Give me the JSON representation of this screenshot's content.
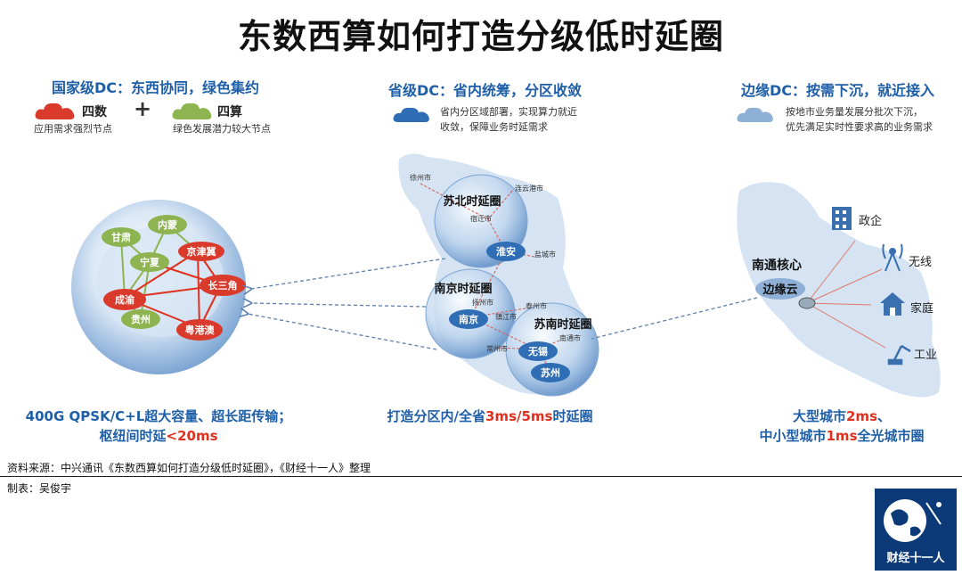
{
  "title": "东数西算如何打造分级低时延圈",
  "national": {
    "title": "国家级DC：东西协同，绿色集约",
    "legend_a": {
      "label": "四数",
      "desc": "应用需求强烈节点",
      "color": "#d93a2b"
    },
    "plus": "+",
    "legend_b": {
      "label": "四算",
      "desc": "绿色发展潜力较大节点",
      "color": "#8db450"
    },
    "nodes": {
      "gansu": "甘肃",
      "neimeng": "内蒙",
      "jingjinji": "京津冀",
      "ningxia": "宁夏",
      "chengyu": "成渝",
      "changsanjiao": "长三角",
      "guizhou": "贵州",
      "yuegangao": "粤港澳"
    },
    "caption_line1": "400G QPSK/C+L超大容量、超长距传输；",
    "caption_line2_pre": "枢纽间时延",
    "caption_line2_hl": "<20ms"
  },
  "province": {
    "title": "省级DC：省内统筹，分区收敛",
    "desc_line1": "省内分区域部署，实现算力就近",
    "desc_line2": "收敛，保障业务时延需求",
    "circles": {
      "subei": "苏北时延圈",
      "nanjing": "南京时延圈",
      "sunan": "苏南时延圈"
    },
    "hubs": {
      "huaian": "淮安",
      "nanjing": "南京",
      "wuxi": "无锡",
      "suzhou": "苏州"
    },
    "cities": {
      "xuzhou": "徐州市",
      "lianyungang": "连云港市",
      "suqian": "宿迁市",
      "yancheng": "盐城市",
      "yangzhou": "扬州市",
      "taizhou": "泰州市",
      "zhenjiang": "镇江市",
      "nantong": "南通市",
      "changzhou": "常州市"
    },
    "caption_pre": "打造分区内/全省",
    "caption_hl": "3ms/5ms",
    "caption_post": "时延圈"
  },
  "edge": {
    "title": "边缘DC：按需下沉，就近接入",
    "desc_line1": "按地市业务量发展分批次下沉，",
    "desc_line2": "优先满足实时性要求高的业务需求",
    "core_line1": "南通核心",
    "core_line2": "边缘云",
    "apps": {
      "gov": "政企",
      "wireless": "无线",
      "home": "家庭",
      "industry": "工业"
    },
    "caption1_pre": "大型城市",
    "caption1_hl": "2ms",
    "caption1_post": "、",
    "caption2_pre": "中小型城市",
    "caption2_hl": "1ms",
    "caption2_post": "全光城市圈"
  },
  "footer": {
    "source": "资料来源：中兴通讯《东数西算如何打造分级低时延圈》，《财经十一人》整理",
    "author": "制表：吴俊宇",
    "logo_text": "财经十一人"
  },
  "colors": {
    "accent_blue": "#1f5fa8",
    "highlight_red": "#e0301e"
  }
}
